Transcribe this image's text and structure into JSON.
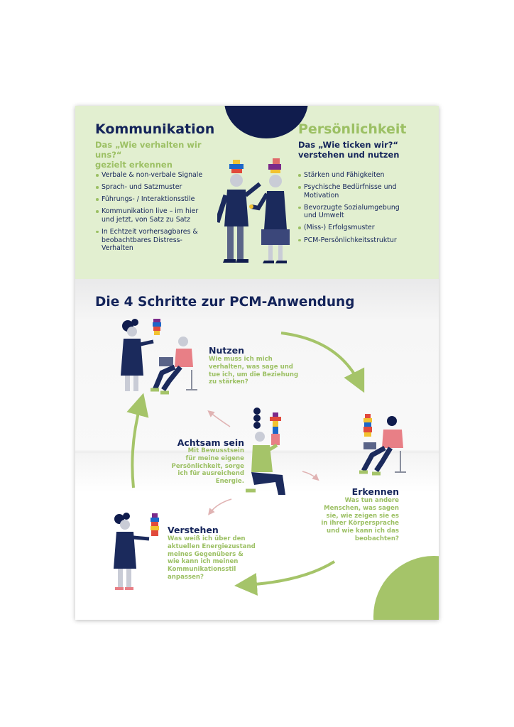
{
  "kommunikation": {
    "title": "Kommunikation",
    "subtitle_line1": "Das „Wie verhalten wir uns?“",
    "subtitle_line2": "gezielt erkennen",
    "items": [
      [
        "Verbale & non-verbale Signale"
      ],
      [
        "Sprach- und Satzmuster"
      ],
      [
        "Führungs- / Interaktionsstile"
      ],
      [
        "Kommunikation live – im hier",
        "und jetzt, von Satz zu Satz"
      ],
      [
        "In Echtzeit vorhersagbares &",
        "beobachtbares Distress-",
        "Verhalten"
      ]
    ]
  },
  "persoenlichkeit": {
    "title": "Persönlichkeit",
    "subtitle_line1": "Das „Wie ticken wir?“",
    "subtitle_line2": "verstehen und nutzen",
    "items": [
      [
        "Stärken und Fähigkeiten"
      ],
      [
        "Psychische Bedürfnisse und",
        "Motivation"
      ],
      [
        "Bevorzugte Sozialumgebung",
        "und Umwelt"
      ],
      [
        "(Miss-) Erfolgsmuster"
      ],
      [
        "PCM-Persönlichkeitsstruktur"
      ]
    ]
  },
  "steps_heading": "Die 4 Schritte zur PCM-Anwendung",
  "steps": {
    "nutzen": {
      "title": "Nutzen",
      "lines": [
        "Wie muss ich mich",
        "verhalten, was sage und",
        "tue ich, um die Beziehung",
        "zu stärken?"
      ]
    },
    "achtsam": {
      "title": "Achtsam sein",
      "lines": [
        "Mit Bewusstsein",
        "für meine eigene",
        "Persönlichkeit, sorge",
        "ich für ausreichend",
        "Energie."
      ]
    },
    "erkennen": {
      "title": "Erkennen",
      "lines": [
        "Was tun andere",
        "Menschen, was sagen",
        "sie, wie zeigen sie es",
        "in ihrer Körpersprache",
        "und wie kann ich das",
        "beobachten?"
      ]
    },
    "verstehen": {
      "title": "Verstehen",
      "lines": [
        "Was weiß ich über den",
        "aktuellen Energiezustand",
        "meines Gegenübers &",
        "wie kann ich meinen",
        "Kommunikationsstil",
        "anpassen?"
      ]
    }
  },
  "colors": {
    "navy": "#14245a",
    "light_green": "#9cc064",
    "panel_green": "#e2efd0",
    "pink_arrow": "#e0b3b3"
  }
}
